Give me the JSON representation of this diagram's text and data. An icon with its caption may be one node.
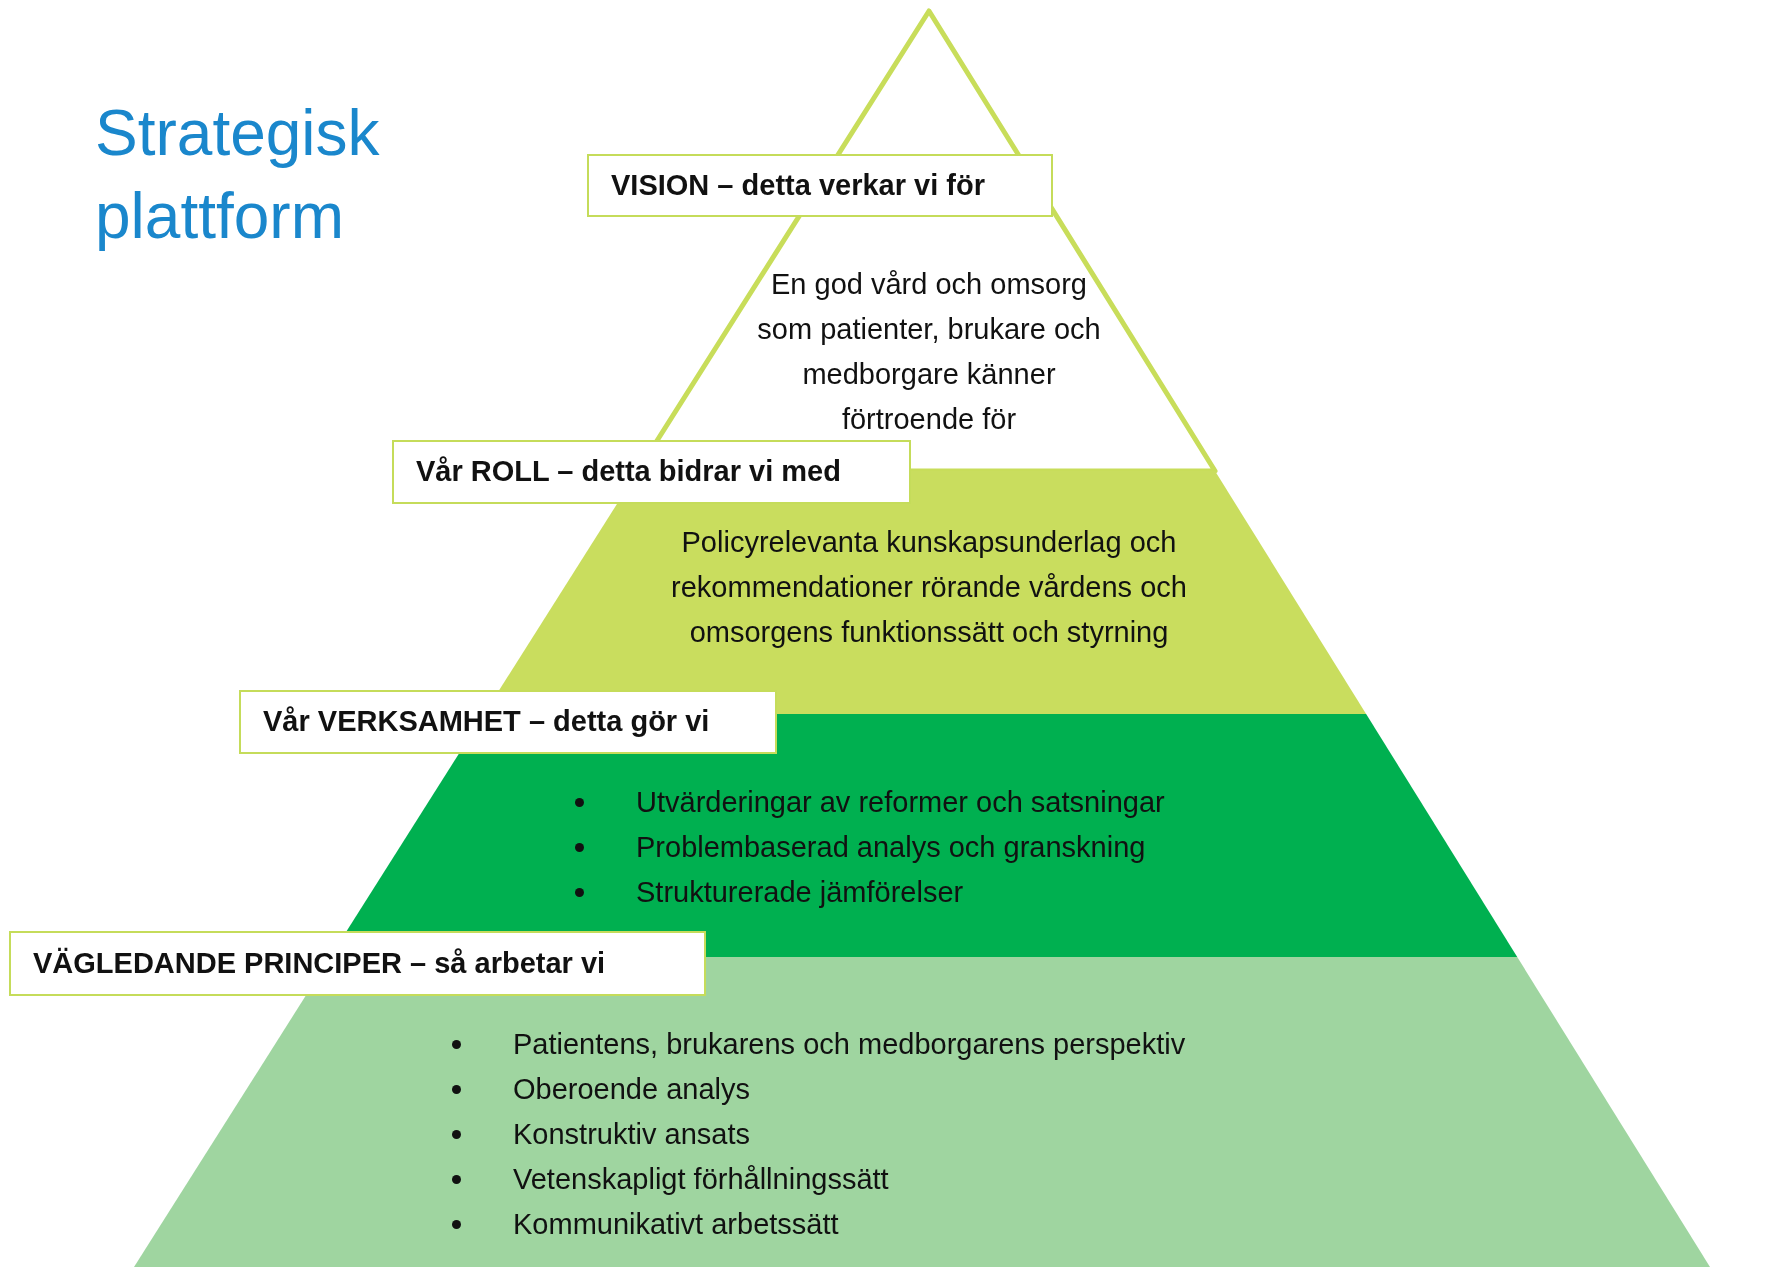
{
  "diagram": {
    "title": "Strategisk plattform",
    "nodes": [
      {
        "text": [
          "VISION – detta verkar vi för",
          "En god vård och omsorg som patienter, brukare och medborgare känner förtroende för"
        ]
      },
      {
        "text": [
          "Vår ROLL – detta bidrar vi med",
          "Policyrelevanta kunskapsunderlag och rekommendationer rörande vårdens och omsorgens funktionssätt och styrning"
        ]
      },
      {
        "text": [
          "Vår VERKSAMHET – detta gör vi",
          "Utvärderingar av reformer och satsningar",
          "Problembaserad analys och granskning",
          "Strukturerade jämförelser"
        ]
      },
      {
        "text": [
          "VÄGLEDANDE PRINCIPER – så arbetar vi",
          "Patientens, brukarens och medborgarens perspektiv",
          "Oberoende analys",
          "Konstruktiv ansats",
          "Vetenskapligt förhållningssätt",
          "Kommunikativt arbetssätt"
        ]
      }
    ]
  }
}
